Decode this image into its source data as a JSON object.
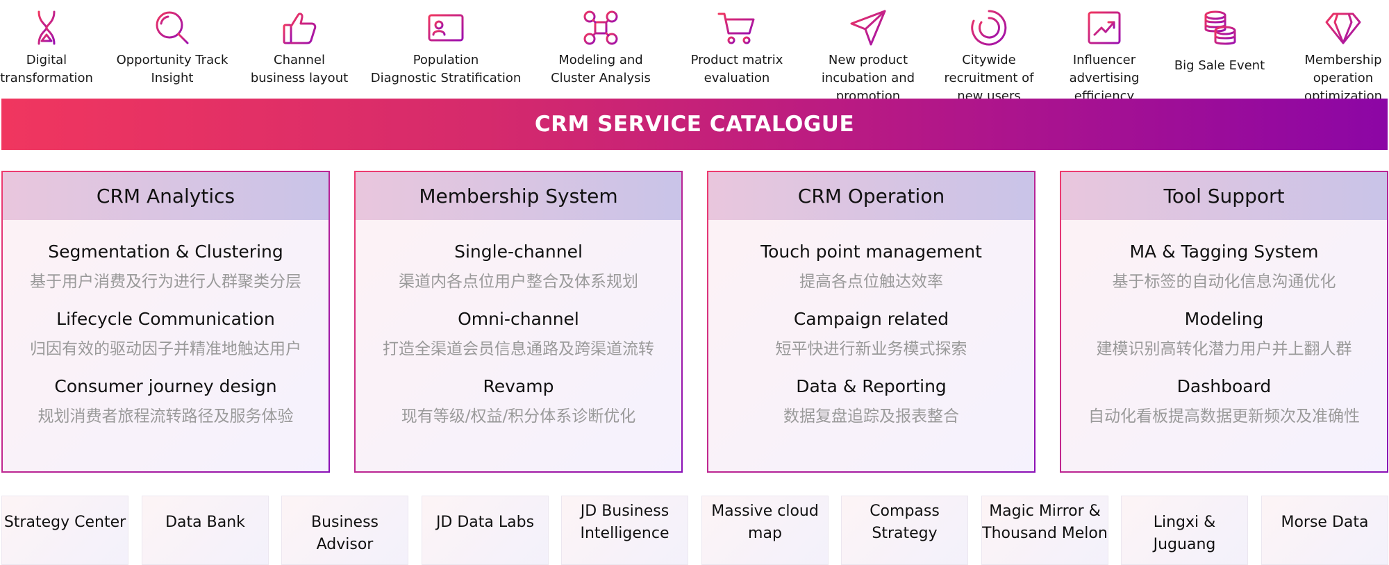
{
  "services": [
    {
      "icon": "hourglass-icon",
      "label": "Digital\ntransformation"
    },
    {
      "icon": "search-icon",
      "label": "Opportunity Track\nInsight"
    },
    {
      "icon": "thumbs-up-icon",
      "label": "Channel\nbusiness layout"
    },
    {
      "icon": "id-card-icon",
      "label": "Population\nDiagnostic Stratification"
    },
    {
      "icon": "drone-icon",
      "label": "Modeling and\nCluster Analysis"
    },
    {
      "icon": "shopping-cart-icon",
      "label": "Product matrix\nevaluation"
    },
    {
      "icon": "paper-plane-icon",
      "label": "New product\nincubation and\npromotion"
    },
    {
      "icon": "loading-ring-icon",
      "label": "Citywide\nrecruitment of\nnew users"
    },
    {
      "icon": "trend-chart-icon",
      "label": "Influencer\nadvertising\nefficiency"
    },
    {
      "icon": "coin-stack-icon",
      "label": "Big Sale Event"
    },
    {
      "icon": "diamond-icon",
      "label": "Membership\noperation\noptimization"
    }
  ],
  "banner": {
    "title": "CRM SERVICE CATALOGUE"
  },
  "cards": [
    {
      "title": "CRM Analytics",
      "items": [
        {
          "title": "Segmentation & Clustering",
          "sub": "基于用户消费及行为进行人群聚类分层"
        },
        {
          "title": "Lifecycle Communication",
          "sub": "归因有效的驱动因子并精准地触达用户"
        },
        {
          "title": "Consumer journey design",
          "sub": "规划消费者旅程流转路径及服务体验"
        }
      ]
    },
    {
      "title": "Membership System",
      "items": [
        {
          "title": "Single-channel",
          "sub": "渠道内各点位用户整合及体系规划"
        },
        {
          "title": "Omni-channel",
          "sub": "打造全渠道会员信息通路及跨渠道流转"
        },
        {
          "title": "Revamp",
          "sub": "现有等级/权益/积分体系诊断优化"
        }
      ]
    },
    {
      "title": "CRM Operation",
      "items": [
        {
          "title": "Touch point management",
          "sub": "提高各点位触达效率"
        },
        {
          "title": "Campaign related",
          "sub": "短平快进行新业务模式探索"
        },
        {
          "title": "Data & Reporting",
          "sub": "数据复盘追踪及报表整合"
        }
      ]
    },
    {
      "title": "Tool Support",
      "items": [
        {
          "title": "MA & Tagging System",
          "sub": "基于标签的自动化信息沟通优化"
        },
        {
          "title": "Modeling",
          "sub": "建模识别高转化潜力用户并上翻人群"
        },
        {
          "title": "Dashboard",
          "sub": "自动化看板提高数据更新频次及准确性"
        }
      ]
    }
  ],
  "tools": [
    "Strategy Center",
    "Data Bank",
    "Business Advisor",
    "JD Data Labs",
    "JD Business\nIntelligence",
    "Massive cloud\nmap",
    "Compass\nStrategy",
    "Magic Mirror &\nThousand Melon",
    "Lingxi & Juguang",
    "Morse Data"
  ],
  "colors": {
    "accent_start": "#f0365f",
    "accent_end": "#8c06a5",
    "sub_text": "#9a9a9a"
  }
}
